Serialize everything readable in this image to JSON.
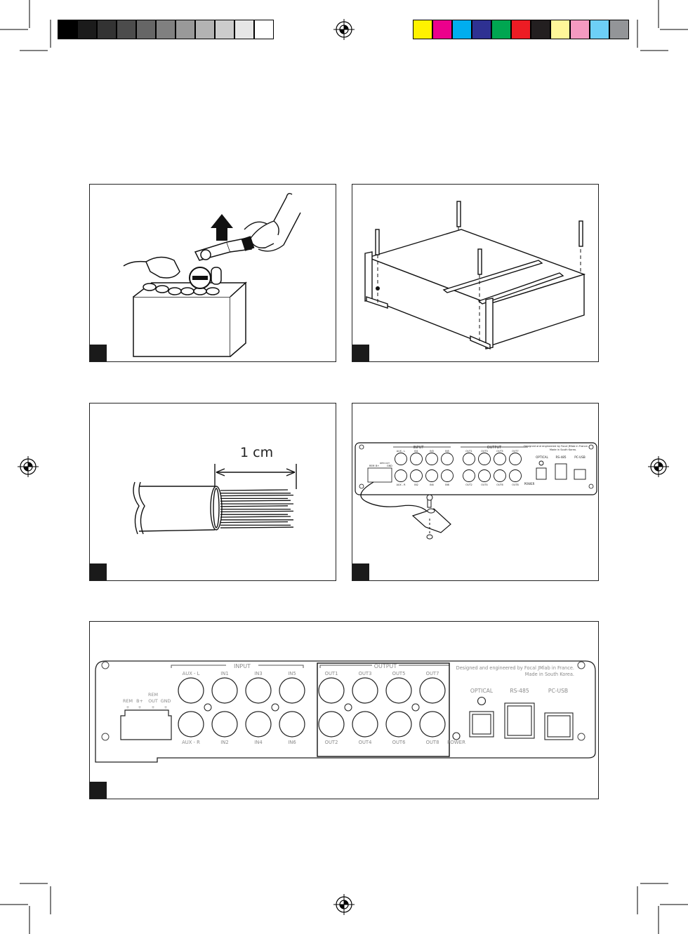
{
  "print_marks": {
    "gray_swatches": [
      "#000000",
      "#1b1b1b",
      "#333333",
      "#4c4c4c",
      "#666666",
      "#808080",
      "#999999",
      "#b3b3b3",
      "#cccccc",
      "#e6e6e6",
      "#ffffff"
    ],
    "color_swatches": [
      "#fff200",
      "#ec008c",
      "#00aeef",
      "#2e3192",
      "#00a651",
      "#ed1c24",
      "#231f20",
      "#fff799",
      "#f49ac1",
      "#6dcff6",
      "#939598"
    ]
  },
  "fig_battery": {
    "minus_symbol": "—"
  },
  "fig_wire": {
    "strip_length": "1 cm"
  },
  "small_amp": {
    "input_header": "INPUT",
    "output_header": "OUTPUT",
    "credits": [
      "Designed and engineered by Focal JMlab in France.",
      "Made in South Korea."
    ],
    "terminals": [
      "REM",
      "B+",
      "REM OUT",
      "GND"
    ],
    "in_top": [
      "AUX - L",
      "IN1",
      "IN3",
      "IN5"
    ],
    "in_bot": [
      "AUX - R",
      "IN2",
      "IN4",
      "IN6"
    ],
    "out_top": [
      "OUT1",
      "OUT3",
      "OUT5",
      "OUT7"
    ],
    "out_bot": [
      "OUT2",
      "OUT4",
      "OUT6",
      "OUT8"
    ],
    "ports": [
      "OPTICAL",
      "RS-485",
      "PC-USB"
    ],
    "power": "POWER"
  },
  "large_amp": {
    "input_header": "INPUT",
    "output_header": "OUTPUT",
    "credits": [
      "Designed and engineered by Focal JMlab in France.",
      "Made in South Korea."
    ],
    "terminals": {
      "rem": "REM",
      "bplus": "B+",
      "rem_out_1": "REM",
      "rem_out_2": "OUT",
      "gnd": "GND"
    },
    "plus_signs": [
      "+",
      "+",
      "+",
      "+"
    ],
    "in_top": [
      "AUX - L",
      "IN1",
      "IN3",
      "IN5"
    ],
    "in_bot": [
      "AUX - R",
      "IN2",
      "IN4",
      "IN6"
    ],
    "out_top": [
      "OUT1",
      "OUT3",
      "OUT5",
      "OUT7"
    ],
    "out_bot": [
      "OUT2",
      "OUT4",
      "OUT6",
      "OUT8"
    ],
    "ports": [
      "OPTICAL",
      "RS-485",
      "PC-USB"
    ],
    "power": "POWER"
  }
}
